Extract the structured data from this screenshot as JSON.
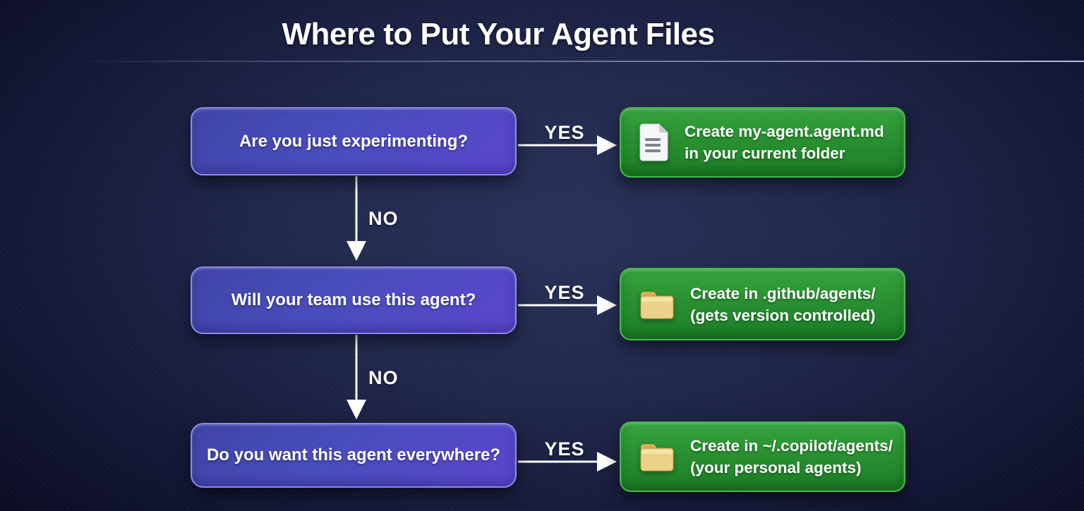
{
  "title": "Where to Put Your Agent Files",
  "rows": [
    {
      "question": "Are you just experimenting?",
      "yes_label": "YES",
      "no_label": "NO",
      "answer": {
        "icon": "document-icon",
        "line1": "Create my-agent.agent.md",
        "line2": "in your current folder"
      }
    },
    {
      "question": "Will your team use this agent?",
      "yes_label": "YES",
      "no_label": "NO",
      "answer": {
        "icon": "folder-icon",
        "line1": "Create in .github/agents/",
        "line2": "(gets version controlled)"
      }
    },
    {
      "question": "Do you want this agent everywhere?",
      "yes_label": "YES",
      "answer": {
        "icon": "folder-icon",
        "line1": "Create in ~/.copilot/agents/",
        "line2": "(your personal agents)"
      }
    }
  ],
  "colors": {
    "background_center": "#293159",
    "background_edge": "#090a20",
    "question_box_top": "#4045a8",
    "question_box_bottom": "#5b46cc",
    "question_box_border": "#8b87ea",
    "answer_box_top": "#37a33e",
    "answer_box_bottom": "#1d7e26",
    "answer_box_border": "#3fbb49",
    "arrow": "#ffffff",
    "divider": "#9aa3c8",
    "title_text": "#ffffff"
  }
}
